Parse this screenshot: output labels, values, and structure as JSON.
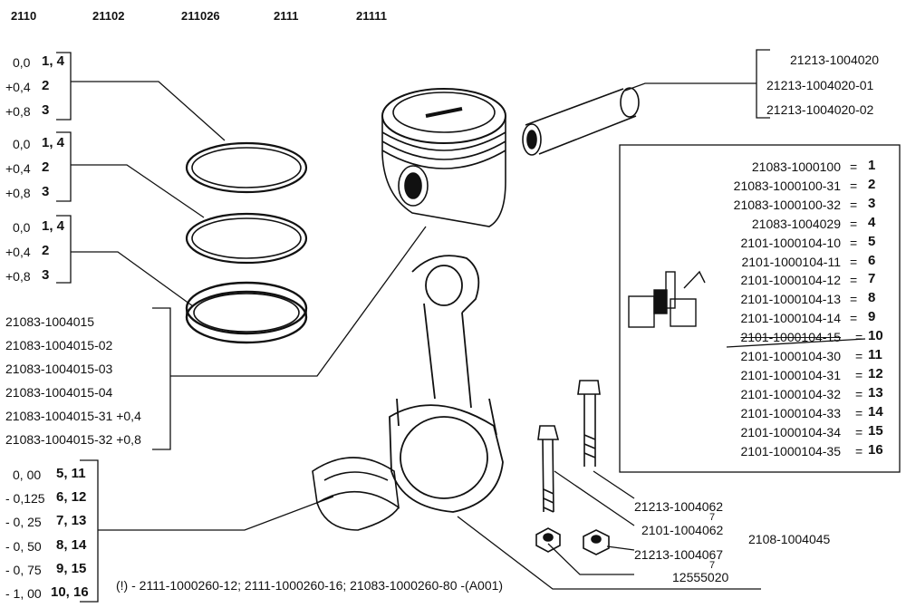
{
  "header": {
    "models": [
      "2110",
      "21102",
      "211026",
      "2111",
      "21111"
    ]
  },
  "rings": [
    {
      "rows": [
        {
          "offset": "0,0",
          "code": "1, 4"
        },
        {
          "offset": "+0,4",
          "code": "2"
        },
        {
          "offset": "+0,8",
          "code": "3"
        }
      ]
    },
    {
      "rows": [
        {
          "offset": "0,0",
          "code": "1, 4"
        },
        {
          "offset": "+0,4",
          "code": "2"
        },
        {
          "offset": "+0,8",
          "code": "3"
        }
      ]
    },
    {
      "rows": [
        {
          "offset": "0,0",
          "code": "1, 4"
        },
        {
          "offset": "+0,4",
          "code": "2"
        },
        {
          "offset": "+0,8",
          "code": "3"
        }
      ]
    }
  ],
  "ring_set_parts": [
    "21083-1004015",
    "21083-1004015-02",
    "21083-1004015-03",
    "21083-1004015-04",
    "21083-1004015-31 +0,4",
    "21083-1004015-32 +0,8"
  ],
  "bearings": [
    {
      "offset": "0, 00",
      "code": "5, 11"
    },
    {
      "offset": "- 0,125",
      "code": "6, 12"
    },
    {
      "offset": "- 0, 25",
      "code": "7, 13"
    },
    {
      "offset": "- 0, 50",
      "code": "8, 14"
    },
    {
      "offset": "- 0, 75",
      "code": "9, 15"
    },
    {
      "offset": "- 1, 00",
      "code": "10, 16"
    }
  ],
  "piston_pin_parts": [
    "21213-1004020",
    "21213-1004020-01",
    "21213-1004020-02"
  ],
  "conrod_table": [
    {
      "part": "21083-1000100",
      "eq": "=",
      "num": "1"
    },
    {
      "part": "21083-1000100-31",
      "eq": "=",
      "num": "2"
    },
    {
      "part": "21083-1000100-32",
      "eq": "=",
      "num": "3"
    },
    {
      "part": "21083-1004029",
      "eq": "=",
      "num": "4"
    },
    {
      "part": "2101-1000104-10",
      "eq": "=",
      "num": "5"
    },
    {
      "part": "2101-1000104-11",
      "eq": "=",
      "num": "6"
    },
    {
      "part": "2101-1000104-12",
      "eq": "=",
      "num": "7"
    },
    {
      "part": "2101-1000104-13",
      "eq": "=",
      "num": "8"
    },
    {
      "part": "2101-1000104-14",
      "eq": "=",
      "num": "9"
    },
    {
      "part": "2101-1000104-15",
      "eq": "=",
      "num": "10"
    },
    {
      "part": "2101-1000104-30",
      "eq": "=",
      "num": "11"
    },
    {
      "part": "2101-1000104-31",
      "eq": "=",
      "num": "12"
    },
    {
      "part": "2101-1000104-32",
      "eq": "=",
      "num": "13"
    },
    {
      "part": "2101-1000104-33",
      "eq": "=",
      "num": "14"
    },
    {
      "part": "2101-1000104-34",
      "eq": "=",
      "num": "15"
    },
    {
      "part": "2101-1000104-35",
      "eq": "=",
      "num": "16"
    }
  ],
  "fasteners": {
    "bolt_a": "21213-1004062",
    "bolt_b": "2101-1004062",
    "bolt_c": "2108-1004045",
    "nut_a": "21213-1004067",
    "nut_b": "12555020",
    "mark_a": "7",
    "mark_b": "7"
  },
  "footnote": "(!) - 2111-1000260-12; 2111-1000260-16; 21083-1000260-80 -(A001)"
}
